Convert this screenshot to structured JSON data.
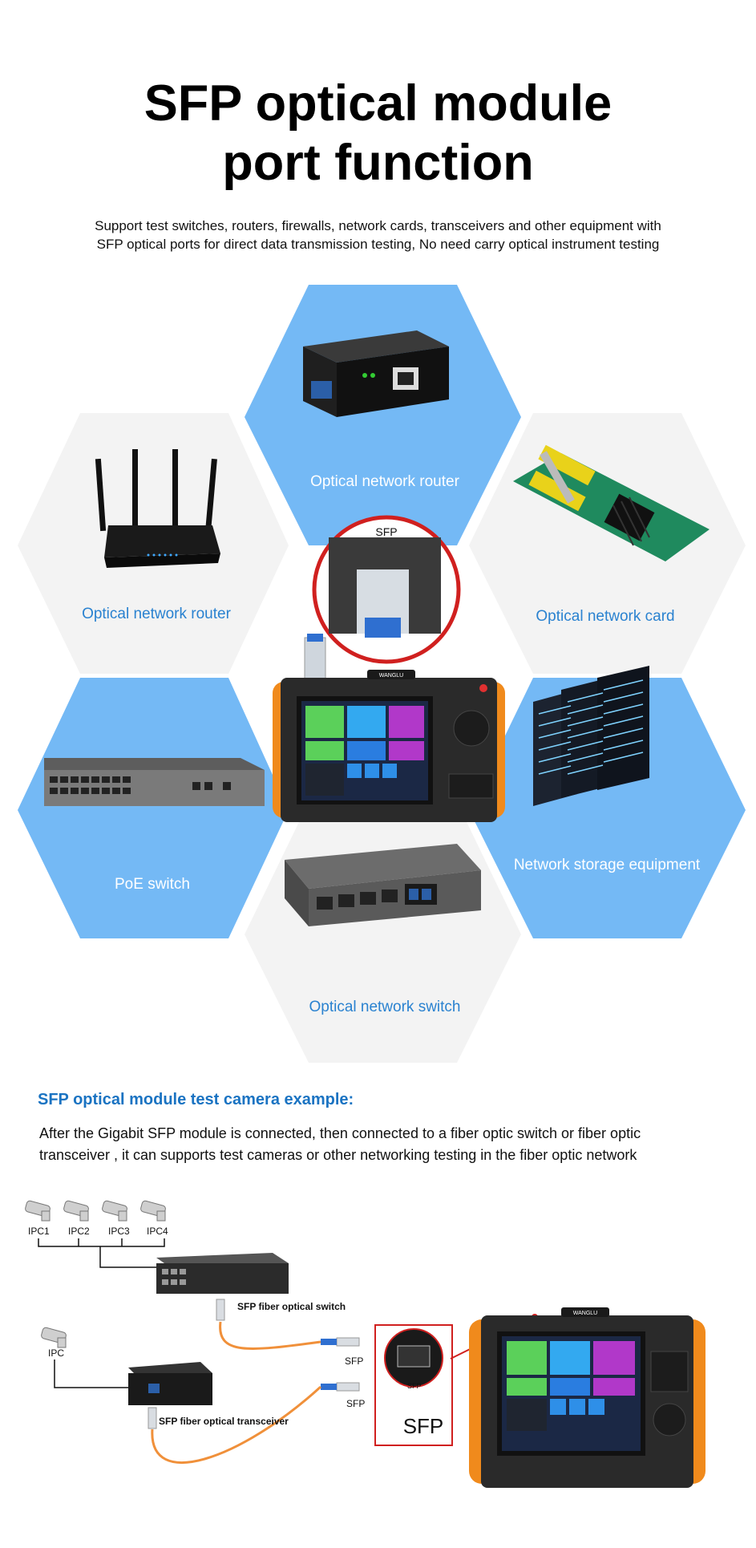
{
  "title": {
    "line1": "SFP optical module",
    "line2": "port function"
  },
  "intro": {
    "line1": "Support test switches, routers, firewalls, network cards, transceivers and other equipment with",
    "line2": "SFP optical ports for direct data transmission testing, No need carry optical instrument testing"
  },
  "hexes": {
    "top": "Optical network router",
    "left_upper": "Optical network router",
    "right_upper": "Optical network card",
    "left_lower": "PoE switch",
    "right_lower": "Network storage equipment",
    "bottom": "Optical network switch",
    "center_callout": "SFP"
  },
  "device_brand": "WANGLU",
  "section": {
    "heading": "SFP optical module test camera example:",
    "body_line1": "After the Gigabit SFP module is connected, then connected to a fiber optic switch or fiber optic",
    "body_line2": "transceiver , it can supports test cameras or other networking testing  in the fiber optic network"
  },
  "diagram": {
    "cameras": [
      "IPC1",
      "IPC2",
      "IPC3",
      "IPC4"
    ],
    "single_camera": "IPC",
    "switch_label": "SFP fiber optical switch",
    "transceiver_label": "SFP fiber optical transceiver",
    "sfp_label_top": "SFP",
    "sfp_label_bottom": "SFP",
    "callout_small": "SFP",
    "callout_big": "SFP"
  },
  "colors": {
    "blue_hex": "#74b9f5",
    "grey_hex": "#f3f3f3",
    "heading_blue": "#1a73c2",
    "grey_label": "#2a82d0",
    "fiber_orange": "#f0903a",
    "callout_red": "#d0201f",
    "device_orange": "#f08a1c"
  }
}
